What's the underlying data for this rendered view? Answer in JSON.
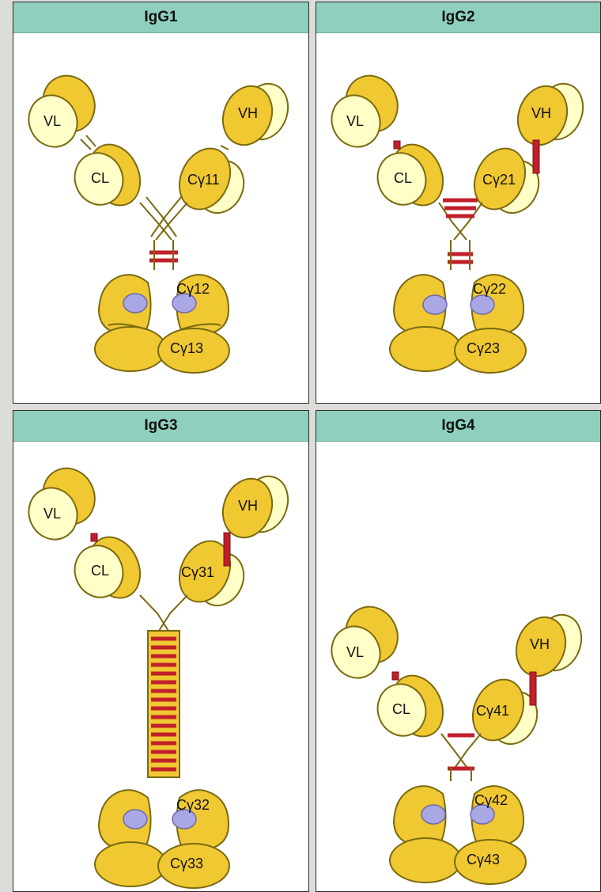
{
  "panels": {
    "igg1": {
      "title": "IgG1",
      "labels": {
        "vl": "VL",
        "vh": "VH",
        "cl": "CL",
        "ch1": "Cγ11",
        "ch2": "Cγ12",
        "ch3": "Cγ13"
      }
    },
    "igg2": {
      "title": "IgG2",
      "labels": {
        "vl": "VL",
        "vh": "VH",
        "cl": "CL",
        "ch1": "Cγ21",
        "ch2": "Cγ22",
        "ch3": "Cγ23"
      }
    },
    "igg3": {
      "title": "IgG3",
      "labels": {
        "vl": "VL",
        "vh": "VH",
        "cl": "CL",
        "ch1": "Cγ31",
        "ch2": "Cγ32",
        "ch3": "Cγ33"
      }
    },
    "igg4": {
      "title": "IgG4",
      "labels": {
        "vl": "VL",
        "vh": "VH",
        "cl": "CL",
        "ch1": "Cγ41",
        "ch2": "Cγ42",
        "ch3": "Cγ43"
      }
    }
  },
  "colors": {
    "header": "#8fcfbd",
    "light_chain": "#ffffc8",
    "heavy_chain": "#f0c832",
    "disulfide_bond": "#c11f2a",
    "carbohydrate": "#aaa8e4"
  }
}
